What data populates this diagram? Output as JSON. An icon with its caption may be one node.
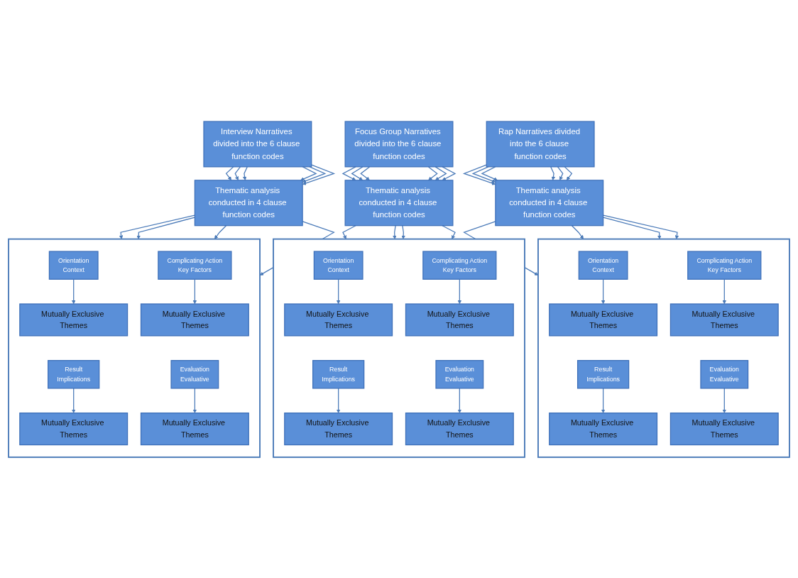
{
  "diagram": {
    "nodes": [
      {
        "text": [
          "Interview Narratives divided into the 6 clause function codes"
        ]
      },
      {
        "text": [
          "Thematic analysis conducted in 4 clause function codes"
        ]
      },
      {
        "text": [],
        "shape": "box"
      },
      {
        "text": [
          "Orientation",
          "Context"
        ],
        "in": 2
      },
      {
        "text": [
          "Complicating Action",
          "Key Factors"
        ],
        "in": 2
      },
      {
        "text": [
          "Mutually Exclusive Themes"
        ],
        "in": 2
      },
      {
        "text": [
          "Mutually Exclusive Themes"
        ],
        "in": 2
      },
      {
        "text": [
          "Result",
          "Implications"
        ],
        "in": 2
      },
      {
        "text": [
          "Evaluation",
          "Evaluative"
        ],
        "in": 2
      },
      {
        "text": [
          "Mutually Exclusive Themes"
        ],
        "in": 2
      },
      {
        "text": [
          "Mutually Exclusive Themes"
        ],
        "in": 2
      },
      {
        "text": [
          "Focus Group Narratives divided into the 6 clause function codes"
        ]
      },
      {
        "text": [
          "Thematic analysis conducted in 4 clause function codes"
        ]
      },
      {
        "text": [],
        "shape": "box"
      },
      {
        "text": [
          "Orientation",
          "Context"
        ],
        "in": 13
      },
      {
        "text": [
          "Complicating Action",
          "Key Factors"
        ],
        "in": 13
      },
      {
        "text": [
          "Mutually Exclusive Themes"
        ],
        "in": 13
      },
      {
        "text": [
          "Mutually Exclusive Themes"
        ],
        "in": 13
      },
      {
        "text": [
          "Result",
          "Implications"
        ],
        "in": 13
      },
      {
        "text": [
          "Evaluation",
          "Evaluative"
        ],
        "in": 13
      },
      {
        "text": [
          "Mutually Exclusive Themes"
        ],
        "in": 13
      },
      {
        "text": [
          "Mutually Exclusive Themes"
        ],
        "in": 13
      },
      {
        "text": [
          "Rap Narratives divided into the 6 clause function codes"
        ]
      },
      {
        "text": [
          "Thematic analysis conducted in 4 clause function codes"
        ]
      },
      {
        "text": [],
        "shape": "box"
      },
      {
        "text": [
          "Orientation",
          "Context"
        ],
        "in": 24
      },
      {
        "text": [
          "Complicating Action",
          "Key Factors"
        ],
        "in": 24
      },
      {
        "text": [
          "Mutually Exclusive Themes"
        ],
        "in": 24
      },
      {
        "text": [
          "Mutually Exclusive Themes"
        ],
        "in": 24
      },
      {
        "text": [
          "Result",
          "Implications"
        ],
        "in": 24
      },
      {
        "text": [
          "Evaluation",
          "Evaluative"
        ],
        "in": 24
      },
      {
        "text": [
          "Mutually Exclusive Themes"
        ],
        "in": 24
      },
      {
        "text": [
          "Mutually Exclusive Themes"
        ],
        "in": 24
      }
    ],
    "edges": [
      {
        "from": 0,
        "to": 1,
        "arrow": "to"
      },
      {
        "from": 0,
        "to": 1,
        "arrow": "to"
      },
      {
        "from": 0,
        "to": 1,
        "arrow": "to"
      },
      {
        "from": 0,
        "to": 1,
        "arrow": "to"
      },
      {
        "from": 0,
        "to": 1,
        "arrow": "to"
      },
      {
        "from": 0,
        "to": 1,
        "arrow": "to"
      },
      {
        "from": 1,
        "to": 2,
        "arrow": "to"
      },
      {
        "from": 1,
        "to": 2,
        "arrow": "to"
      },
      {
        "from": 1,
        "to": 2,
        "arrow": "to"
      },
      {
        "from": 1,
        "to": 2,
        "arrow": "to"
      },
      {
        "from": 3,
        "to": 5,
        "arrow": "to"
      },
      {
        "from": 4,
        "to": 6,
        "arrow": "to"
      },
      {
        "from": 7,
        "to": 9,
        "arrow": "to"
      },
      {
        "from": 8,
        "to": 10,
        "arrow": "to"
      },
      {
        "from": 11,
        "to": 12,
        "arrow": "to"
      },
      {
        "from": 11,
        "to": 12,
        "arrow": "to"
      },
      {
        "from": 11,
        "to": 12,
        "arrow": "to"
      },
      {
        "from": 11,
        "to": 12,
        "arrow": "to"
      },
      {
        "from": 11,
        "to": 12,
        "arrow": "to"
      },
      {
        "from": 11,
        "to": 12,
        "arrow": "to"
      },
      {
        "from": 12,
        "to": 13,
        "arrow": "to"
      },
      {
        "from": 12,
        "to": 13,
        "arrow": "to"
      },
      {
        "from": 12,
        "to": 13,
        "arrow": "to"
      },
      {
        "from": 12,
        "to": 13,
        "arrow": "to"
      },
      {
        "from": 14,
        "to": 16,
        "arrow": "to"
      },
      {
        "from": 15,
        "to": 17,
        "arrow": "to"
      },
      {
        "from": 18,
        "to": 20,
        "arrow": "to"
      },
      {
        "from": 19,
        "to": 21,
        "arrow": "to"
      },
      {
        "from": 22,
        "to": 23,
        "arrow": "to"
      },
      {
        "from": 22,
        "to": 23,
        "arrow": "to"
      },
      {
        "from": 22,
        "to": 23,
        "arrow": "to"
      },
      {
        "from": 22,
        "to": 23,
        "arrow": "to"
      },
      {
        "from": 22,
        "to": 23,
        "arrow": "to"
      },
      {
        "from": 22,
        "to": 23,
        "arrow": "to"
      },
      {
        "from": 23,
        "to": 24,
        "arrow": "to"
      },
      {
        "from": 23,
        "to": 24,
        "arrow": "to"
      },
      {
        "from": 23,
        "to": 24,
        "arrow": "to"
      },
      {
        "from": 23,
        "to": 24,
        "arrow": "to"
      },
      {
        "from": 25,
        "to": 27,
        "arrow": "to"
      },
      {
        "from": 26,
        "to": 28,
        "arrow": "to"
      },
      {
        "from": 29,
        "to": 31,
        "arrow": "to"
      },
      {
        "from": 30,
        "to": 32,
        "arrow": "to"
      }
    ]
  }
}
